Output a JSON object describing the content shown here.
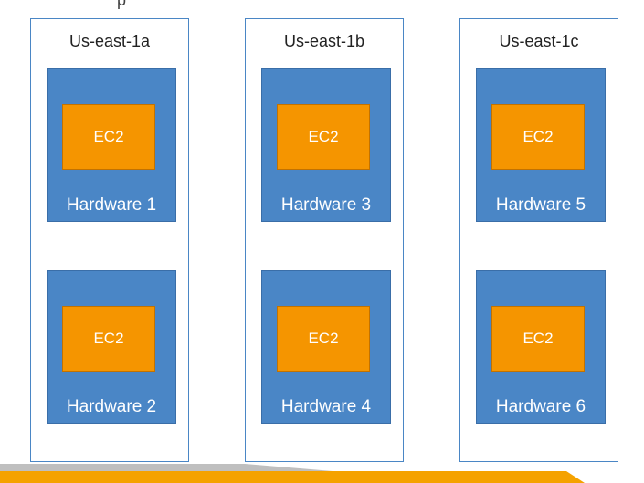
{
  "zones": [
    {
      "label": "Us-east-1a",
      "hardware": [
        {
          "ec2_label": "EC2",
          "label": "Hardware 1"
        },
        {
          "ec2_label": "EC2",
          "label": "Hardware 2"
        }
      ]
    },
    {
      "label": "Us-east-1b",
      "hardware": [
        {
          "ec2_label": "EC2",
          "label": "Hardware 3"
        },
        {
          "ec2_label": "EC2",
          "label": "Hardware 4"
        }
      ]
    },
    {
      "label": "Us-east-1c",
      "hardware": [
        {
          "ec2_label": "EC2",
          "label": "Hardware 5"
        },
        {
          "ec2_label": "EC2",
          "label": "Hardware 6"
        }
      ]
    }
  ],
  "colors": {
    "zone_border": "#4a86c5",
    "hardware_fill": "#4a86c6",
    "ec2_fill": "#f59500",
    "footer_gray": "#bfbfbf",
    "footer_orange": "#f5a200"
  }
}
